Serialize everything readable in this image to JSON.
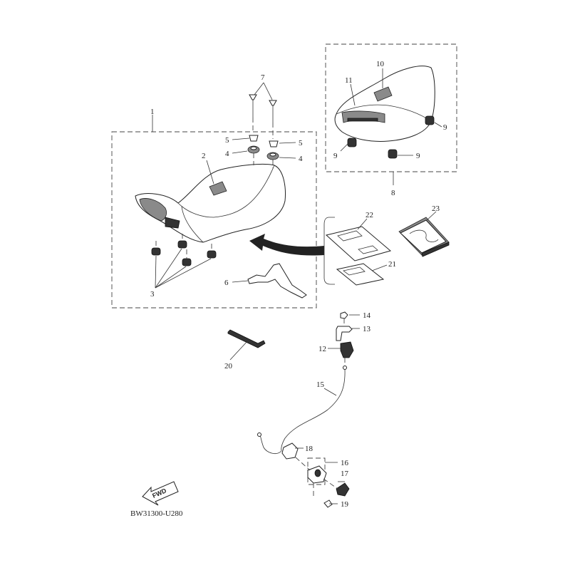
{
  "callouts": {
    "c1": "1",
    "c2": "2",
    "c3": "3",
    "c4a": "4",
    "c4b": "4",
    "c5a": "5",
    "c5b": "5",
    "c6": "6",
    "c7": "7",
    "c8": "8",
    "c9a": "9",
    "c9b": "9",
    "c9c": "9",
    "c10": "10",
    "c11": "11",
    "c12": "12",
    "c13": "13",
    "c14": "14",
    "c15": "15",
    "c16": "16",
    "c17": "17",
    "c18": "18",
    "c19": "19",
    "c20": "20",
    "c21": "21",
    "c22": "22",
    "c23": "23"
  },
  "fwd_label": "FWD",
  "diagram_code": "BW31300-U280",
  "icons": [
    "fwd-arrow-icon",
    "direction-arrow-icon"
  ]
}
